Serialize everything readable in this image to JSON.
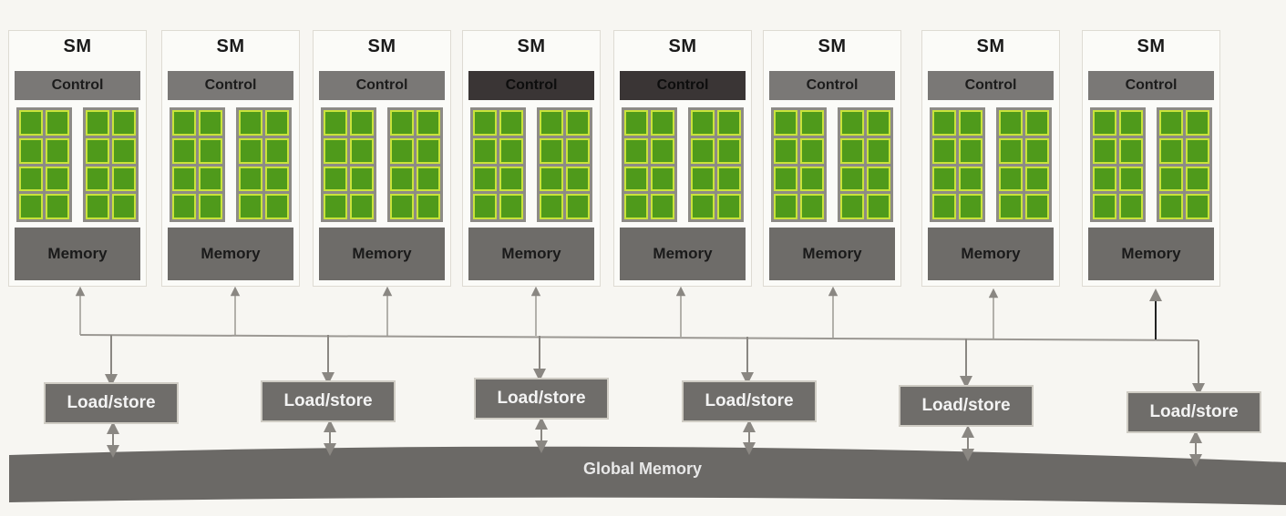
{
  "sm_units": [
    {
      "title": "SM",
      "control_label": "Control",
      "memory_label": "Memory"
    },
    {
      "title": "SM",
      "control_label": "Control",
      "memory_label": "Memory"
    },
    {
      "title": "SM",
      "control_label": "Control",
      "memory_label": "Memory"
    },
    {
      "title": "SM",
      "control_label": "Control",
      "memory_label": "Memory"
    },
    {
      "title": "SM",
      "control_label": "Control",
      "memory_label": "Memory"
    },
    {
      "title": "SM",
      "control_label": "Control",
      "memory_label": "Memory"
    },
    {
      "title": "SM",
      "control_label": "Control",
      "memory_label": "Memory"
    },
    {
      "title": "SM",
      "control_label": "Control",
      "memory_label": "Memory"
    }
  ],
  "load_store_units": [
    {
      "label": "Load/store"
    },
    {
      "label": "Load/store"
    },
    {
      "label": "Load/store"
    },
    {
      "label": "Load/store"
    },
    {
      "label": "Load/store"
    },
    {
      "label": "Load/store"
    }
  ],
  "global_memory": {
    "label": "Global Memory"
  },
  "colors": {
    "core_green": "#4f9a1b",
    "core_highlight": "#c9e33a",
    "block_gray": "#6f6d6a",
    "background": "#f7f6f2"
  }
}
